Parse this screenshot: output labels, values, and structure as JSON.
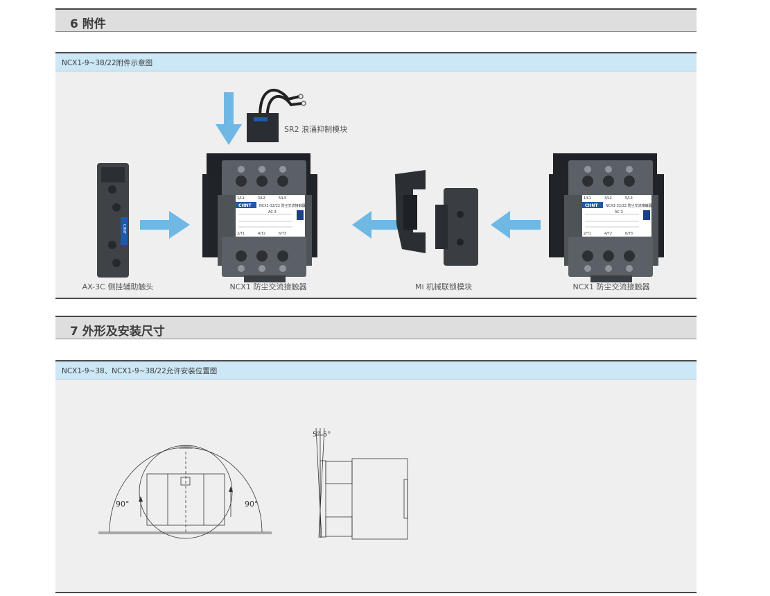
{
  "section6": {
    "title": "6 附件",
    "caption": "NCX1-9~38/22附件示意图",
    "labels": {
      "aux_contact": "AX-3C 侧挂辅助触头",
      "contactor_main": "NCX1 防尘交流接触器",
      "interlock": "Mi 机械联锁模块",
      "contactor_right": "NCX1 防尘交流接触器",
      "surge": "SR2 浪涌抑制模块"
    },
    "contactor_text": {
      "brand": "CHNT",
      "model": "NCX1-32/22 防尘交流接触器",
      "terminals_top": [
        "1/L1",
        "3/L2",
        "5/L3"
      ],
      "terminals_bottom": [
        "2/T1",
        "4/T2",
        "6/T3"
      ],
      "ac": "AC-3"
    },
    "aux_brand": "CHNT"
  },
  "section7": {
    "title": "7 外形及安装尺寸",
    "caption": "NCX1-9~38、NCX1-9~38/22允许安装位置图",
    "angle_left": "90°",
    "angle_right": "90°",
    "tilt_left": "5°",
    "tilt_right": "5°"
  },
  "colors": {
    "arrow": "#6fb8e4",
    "caption_bar": "#cce7f6",
    "panel": "#efefef",
    "header": "#dedede",
    "contactor_body": "#4e5358"
  }
}
